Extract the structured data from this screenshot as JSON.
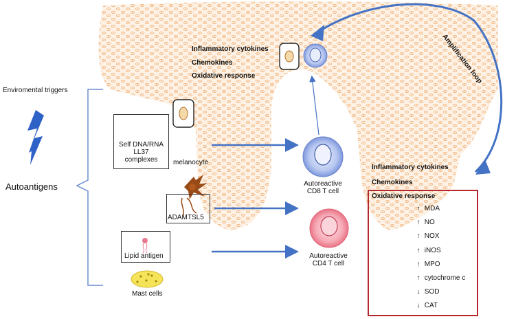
{
  "labels": {
    "environmental_triggers": "Enviromental triggers",
    "autoantigens": "Autoantigens",
    "amplification_loop": "Amplification loop",
    "self_dna_rna": [
      "Self DNA/RNA",
      "LL37",
      "complexes"
    ],
    "melanocyte": "melanocyte",
    "adamtsl5": "ADAMTSL5",
    "lipid_antigen": "Lipid antigen",
    "mast_cells": "Mast cells",
    "cd8": [
      "Autoreactive",
      "CD8 T cell"
    ],
    "cd4": [
      "Autoreactive",
      "CD4 T cell"
    ]
  },
  "top_responses": [
    "Inflammatory cytokines",
    "Chemokines",
    "Oxidative response"
  ],
  "right_responses": {
    "lines": [
      "Inflammatory cytokines",
      "Chemokines",
      "Oxidative response"
    ],
    "markers": [
      {
        "arrow": "↑",
        "name": "MDA"
      },
      {
        "arrow": "↑",
        "name": "NO"
      },
      {
        "arrow": "↑",
        "name": "NOX"
      },
      {
        "arrow": "↑",
        "name": "iNOS"
      },
      {
        "arrow": "↑",
        "name": "MPO"
      },
      {
        "arrow": "↑",
        "name": "cytochrome c"
      },
      {
        "arrow": "↓",
        "name": "SOD"
      },
      {
        "arrow": "↓",
        "name": "CAT"
      }
    ]
  },
  "colors": {
    "arrow_blue": "#4472c4",
    "tissue_orange": "#f0a868",
    "highlight_red": "#b4282b",
    "cd8_blue": "#8fa8e6",
    "cd4_pink": "#f08a99",
    "lightning": "#2f62c7",
    "bracket": "#6b8fd0"
  }
}
